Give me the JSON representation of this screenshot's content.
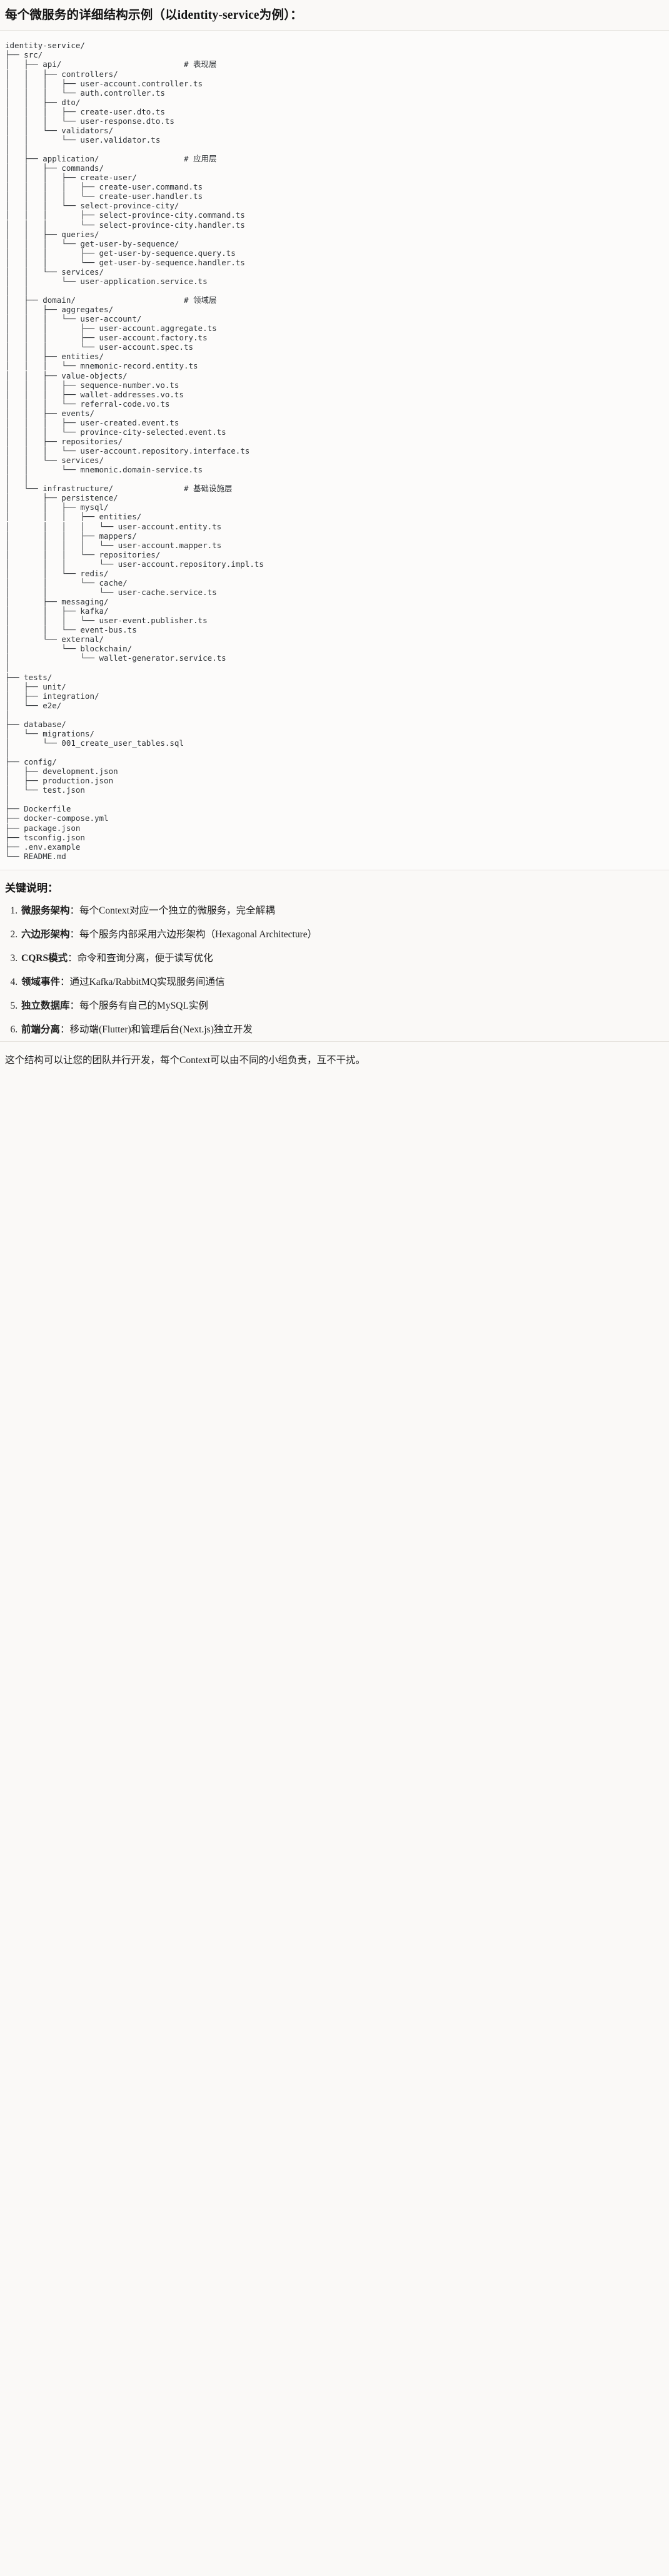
{
  "title": "每个微服务的详细结构示例（以identity-service为例）：",
  "tree": "identity-service/\n├── src/\n│   ├── api/                          # 表现层\n│   │   ├── controllers/\n│   │   │   ├── user-account.controller.ts\n│   │   │   └── auth.controller.ts\n│   │   ├── dto/\n│   │   │   ├── create-user.dto.ts\n│   │   │   └── user-response.dto.ts\n│   │   └── validators/\n│   │       └── user.validator.ts\n│   │\n│   ├── application/                  # 应用层\n│   │   ├── commands/\n│   │   │   ├── create-user/\n│   │   │   │   ├── create-user.command.ts\n│   │   │   │   └── create-user.handler.ts\n│   │   │   └── select-province-city/\n│   │   │       ├── select-province-city.command.ts\n│   │   │       └── select-province-city.handler.ts\n│   │   ├── queries/\n│   │   │   └── get-user-by-sequence/\n│   │   │       ├── get-user-by-sequence.query.ts\n│   │   │       └── get-user-by-sequence.handler.ts\n│   │   └── services/\n│   │       └── user-application.service.ts\n│   │\n│   ├── domain/                       # 领域层\n│   │   ├── aggregates/\n│   │   │   └── user-account/\n│   │   │       ├── user-account.aggregate.ts\n│   │   │       ├── user-account.factory.ts\n│   │   │       └── user-account.spec.ts\n│   │   ├── entities/\n│   │   │   └── mnemonic-record.entity.ts\n│   │   ├── value-objects/\n│   │   │   ├── sequence-number.vo.ts\n│   │   │   ├── wallet-addresses.vo.ts\n│   │   │   └── referral-code.vo.ts\n│   │   ├── events/\n│   │   │   ├── user-created.event.ts\n│   │   │   └── province-city-selected.event.ts\n│   │   ├── repositories/\n│   │   │   └── user-account.repository.interface.ts\n│   │   └── services/\n│   │       └── mnemonic.domain-service.ts\n│   │\n│   └── infrastructure/               # 基础设施层\n│       ├── persistence/\n│       │   ├── mysql/\n│       │   │   ├── entities/\n│       │   │   │   └── user-account.entity.ts\n│       │   │   ├── mappers/\n│       │   │   │   └── user-account.mapper.ts\n│       │   │   └── repositories/\n│       │   │       └── user-account.repository.impl.ts\n│       │   └── redis/\n│       │       └── cache/\n│       │           └── user-cache.service.ts\n│       ├── messaging/\n│       │   ├── kafka/\n│       │   │   └── user-event.publisher.ts\n│       │   └── event-bus.ts\n│       └── external/\n│           └── blockchain/\n│               └── wallet-generator.service.ts\n│\n├── tests/\n│   ├── unit/\n│   ├── integration/\n│   └── e2e/\n│\n├── database/\n│   └── migrations/\n│       └── 001_create_user_tables.sql\n│\n├── config/\n│   ├── development.json\n│   ├── production.json\n│   └── test.json\n│\n├── Dockerfile\n├── docker-compose.yml\n├── package.json\n├── tsconfig.json\n├── .env.example\n└── README.md",
  "keypoints": {
    "heading": "关键说明：",
    "items": [
      {
        "term": "微服务架构",
        "sep": "：",
        "desc": "每个Context对应一个独立的微服务，完全解耦"
      },
      {
        "term": "六边形架构",
        "sep": "：",
        "desc": "每个服务内部采用六边形架构（Hexagonal Architecture）"
      },
      {
        "term": "CQRS模式",
        "sep": "：",
        "desc": "命令和查询分离，便于读写优化"
      },
      {
        "term": "领域事件",
        "sep": "：",
        "desc": "通过Kafka/RabbitMQ实现服务间通信"
      },
      {
        "term": "独立数据库",
        "sep": "：",
        "desc": "每个服务有自己的MySQL实例"
      },
      {
        "term": "前端分离",
        "sep": "：",
        "desc": "移动端(Flutter)和管理后台(Next.js)独立开发"
      }
    ]
  },
  "closing": "这个结构可以让您的团队并行开发，每个Context可以由不同的小组负责，互不干扰。",
  "colors": {
    "page_bg": "#faf9f7",
    "code_bg": "#fcfbfa",
    "rule": "#e6e3de",
    "text": "#1f1f1f",
    "code_text": "#2f3337"
  }
}
